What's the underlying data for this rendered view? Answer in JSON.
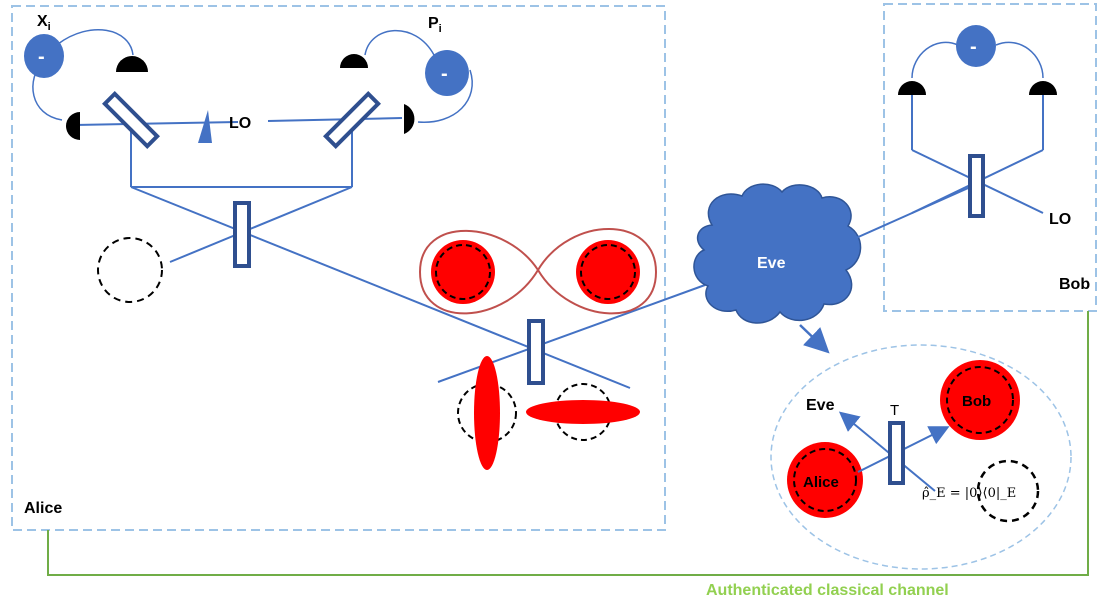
{
  "alice": {
    "label": "Alice",
    "x_label": "X",
    "x_sub": "i",
    "p_label": "P",
    "p_sub": "i",
    "lo_label": "LO"
  },
  "bob": {
    "label": "Bob",
    "lo_label": "LO"
  },
  "eve": {
    "label": "Eve"
  },
  "inset": {
    "eve_label": "Eve",
    "bob_label": "Bob",
    "alice_label": "Alice",
    "transmission_label": "T",
    "rho_label": "ρ̂_E = |0⟩⟨0|_E"
  },
  "channel": {
    "label": "Authenticated classical channel"
  },
  "detector": {
    "minus": "-"
  },
  "colors": {
    "beam": "#4472c4",
    "splitter": "#2f4f8f",
    "dash_box": "#9dc3e6",
    "state_red": "#ff0000",
    "channel_green": "#70ad47",
    "eve_cloud": "#4472c4",
    "lemniscate": "#c0504d"
  }
}
